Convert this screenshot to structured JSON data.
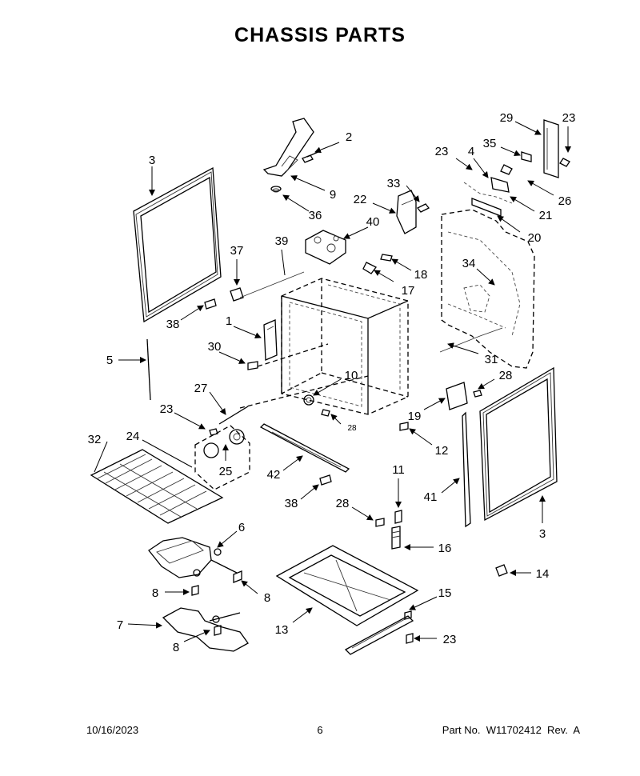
{
  "title": "CHASSIS PARTS",
  "footer": {
    "date": "10/16/2023",
    "page": "6",
    "part_number": "Part No.  W11702412  Rev.  A"
  },
  "callouts": [
    "1",
    "2",
    "3",
    "4",
    "5",
    "6",
    "7",
    "8",
    "9",
    "10",
    "11",
    "12",
    "13",
    "14",
    "15",
    "16",
    "17",
    "18",
    "19",
    "20",
    "21",
    "22",
    "23",
    "24",
    "25",
    "26",
    "27",
    "28",
    "29",
    "30",
    "31",
    "32",
    "33",
    "34",
    "35",
    "36",
    "37",
    "38",
    "39",
    "40",
    "41",
    "42"
  ],
  "labels": {
    "c3a": "3",
    "c2": "2",
    "c9": "9",
    "c36": "36",
    "c37": "37",
    "c39": "39",
    "c40": "40",
    "c22": "22",
    "c33": "33",
    "c23a": "23",
    "c4": "4",
    "c35": "35",
    "c29": "29",
    "c23b": "23",
    "c26": "26",
    "c21": "21",
    "c20": "20",
    "c34": "34",
    "c18": "18",
    "c17": "17",
    "c38a": "38",
    "c1": "1",
    "c5": "5",
    "c30": "30",
    "c10": "10",
    "c31": "31",
    "c28a": "28",
    "c27": "27",
    "c23c": "23",
    "c19": "19",
    "c28b": "28",
    "c12": "12",
    "c32": "32",
    "c24": "24",
    "c25": "25",
    "c42": "42",
    "c11": "11",
    "c41": "41",
    "c38b": "38",
    "c28c": "28",
    "c16": "16",
    "c3b": "3",
    "c6": "6",
    "c14": "14",
    "c8a": "8",
    "c8b": "8",
    "c15": "15",
    "c13": "13",
    "c7": "7",
    "c8c": "8",
    "c23d": "23"
  }
}
